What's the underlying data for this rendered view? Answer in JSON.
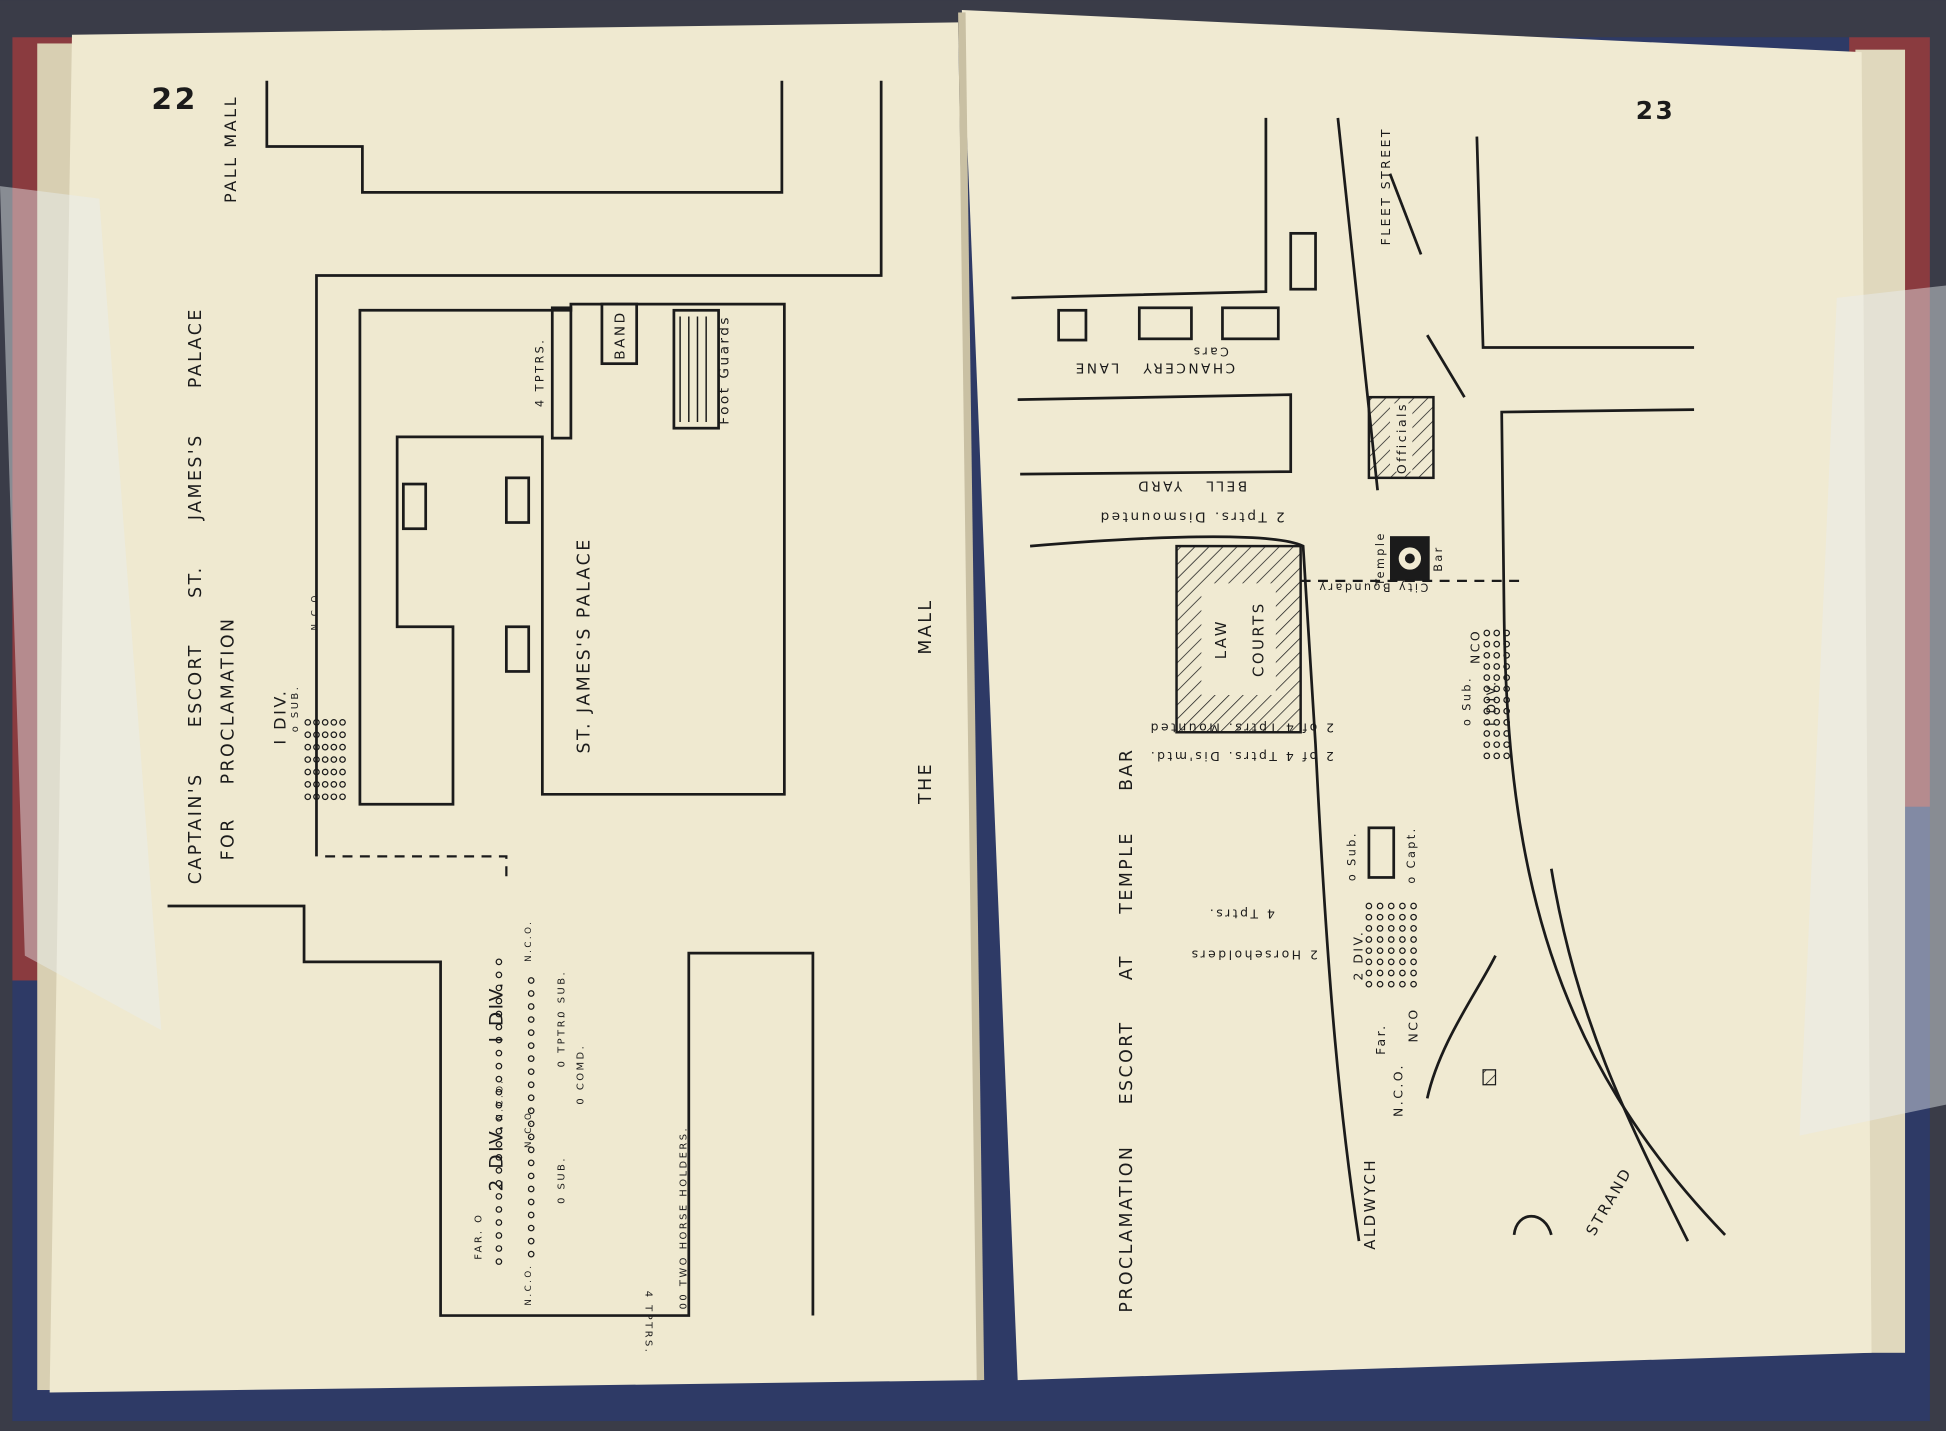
{
  "left_page": {
    "page_number": "22",
    "title_line1": "CAPTAIN'S ESCORT ST. JAMES'S PALACE",
    "title_line2": "FOR PROCLAMATION",
    "street_pall_mall": "PALL MALL",
    "street_the_mall": "THE MALL",
    "building_palace": "ST. JAMES'S PALACE",
    "band": "BAND",
    "trumpeters_top": "4 TPTRS.",
    "foot_guards": "Foot Guards",
    "div1_top": "I DIV.",
    "sub_top": "o SUB.",
    "nco_top": "N.C.O.",
    "div2": "2 DIV.",
    "div1_bottom": "I DIV.",
    "farrier": "FAR. O",
    "nco_a": "N.C.O.",
    "nco_b": "N.C.O.",
    "nco_c": "N.C.O.",
    "nco_d": "N.C.O.",
    "sub_a": "0 SUB.",
    "sub_b": "0 SUB.",
    "tptr": "0 TPTR.",
    "comd": "0 COMD.",
    "horse_holders": "00 TWO HORSE HOLDERS.",
    "trumpeters_bottom": "4 TPTRS."
  },
  "right_page": {
    "page_number": "23",
    "title": "PROCLAMATION ESCORT AT TEMPLE BAR",
    "fleet_street": "FLEET STREET",
    "chancery_lane": "CHANCERY LANE",
    "cars": "Cars",
    "bell_yard": "BELL YARD",
    "tptrs_dismounted": "2 Tptrs. Dismounted",
    "officials": "Officials",
    "temple": "Temple",
    "bar": "Bar",
    "city_boundary": "City Boundary",
    "law": "LAW",
    "courts": "COURTS",
    "tptrs_mounted": "2 of 4 Tptrs. Mounted",
    "tptrs_dismtd": "2 of 4 Tptrs. Dis'mtd.",
    "four_tptrs": "4 Tptrs.",
    "horseholders": "2 Horseholders",
    "sub_left": "o Sub.",
    "capt": "o Capt.",
    "div2": "2 DIV.",
    "far": "Far.",
    "nco_1": "N.C.O.",
    "nco_2": "NCO",
    "sub_right": "o Sub.",
    "div1": "I DIV.",
    "nco_3": "NCO",
    "aldwych": "ALDWYCH",
    "strand": "STRAND"
  },
  "colors": {
    "page": "#efe9d0",
    "ink": "#1b1b1b",
    "cover_red": "#8a3b3f",
    "cover_blue": "#2e3a66"
  }
}
